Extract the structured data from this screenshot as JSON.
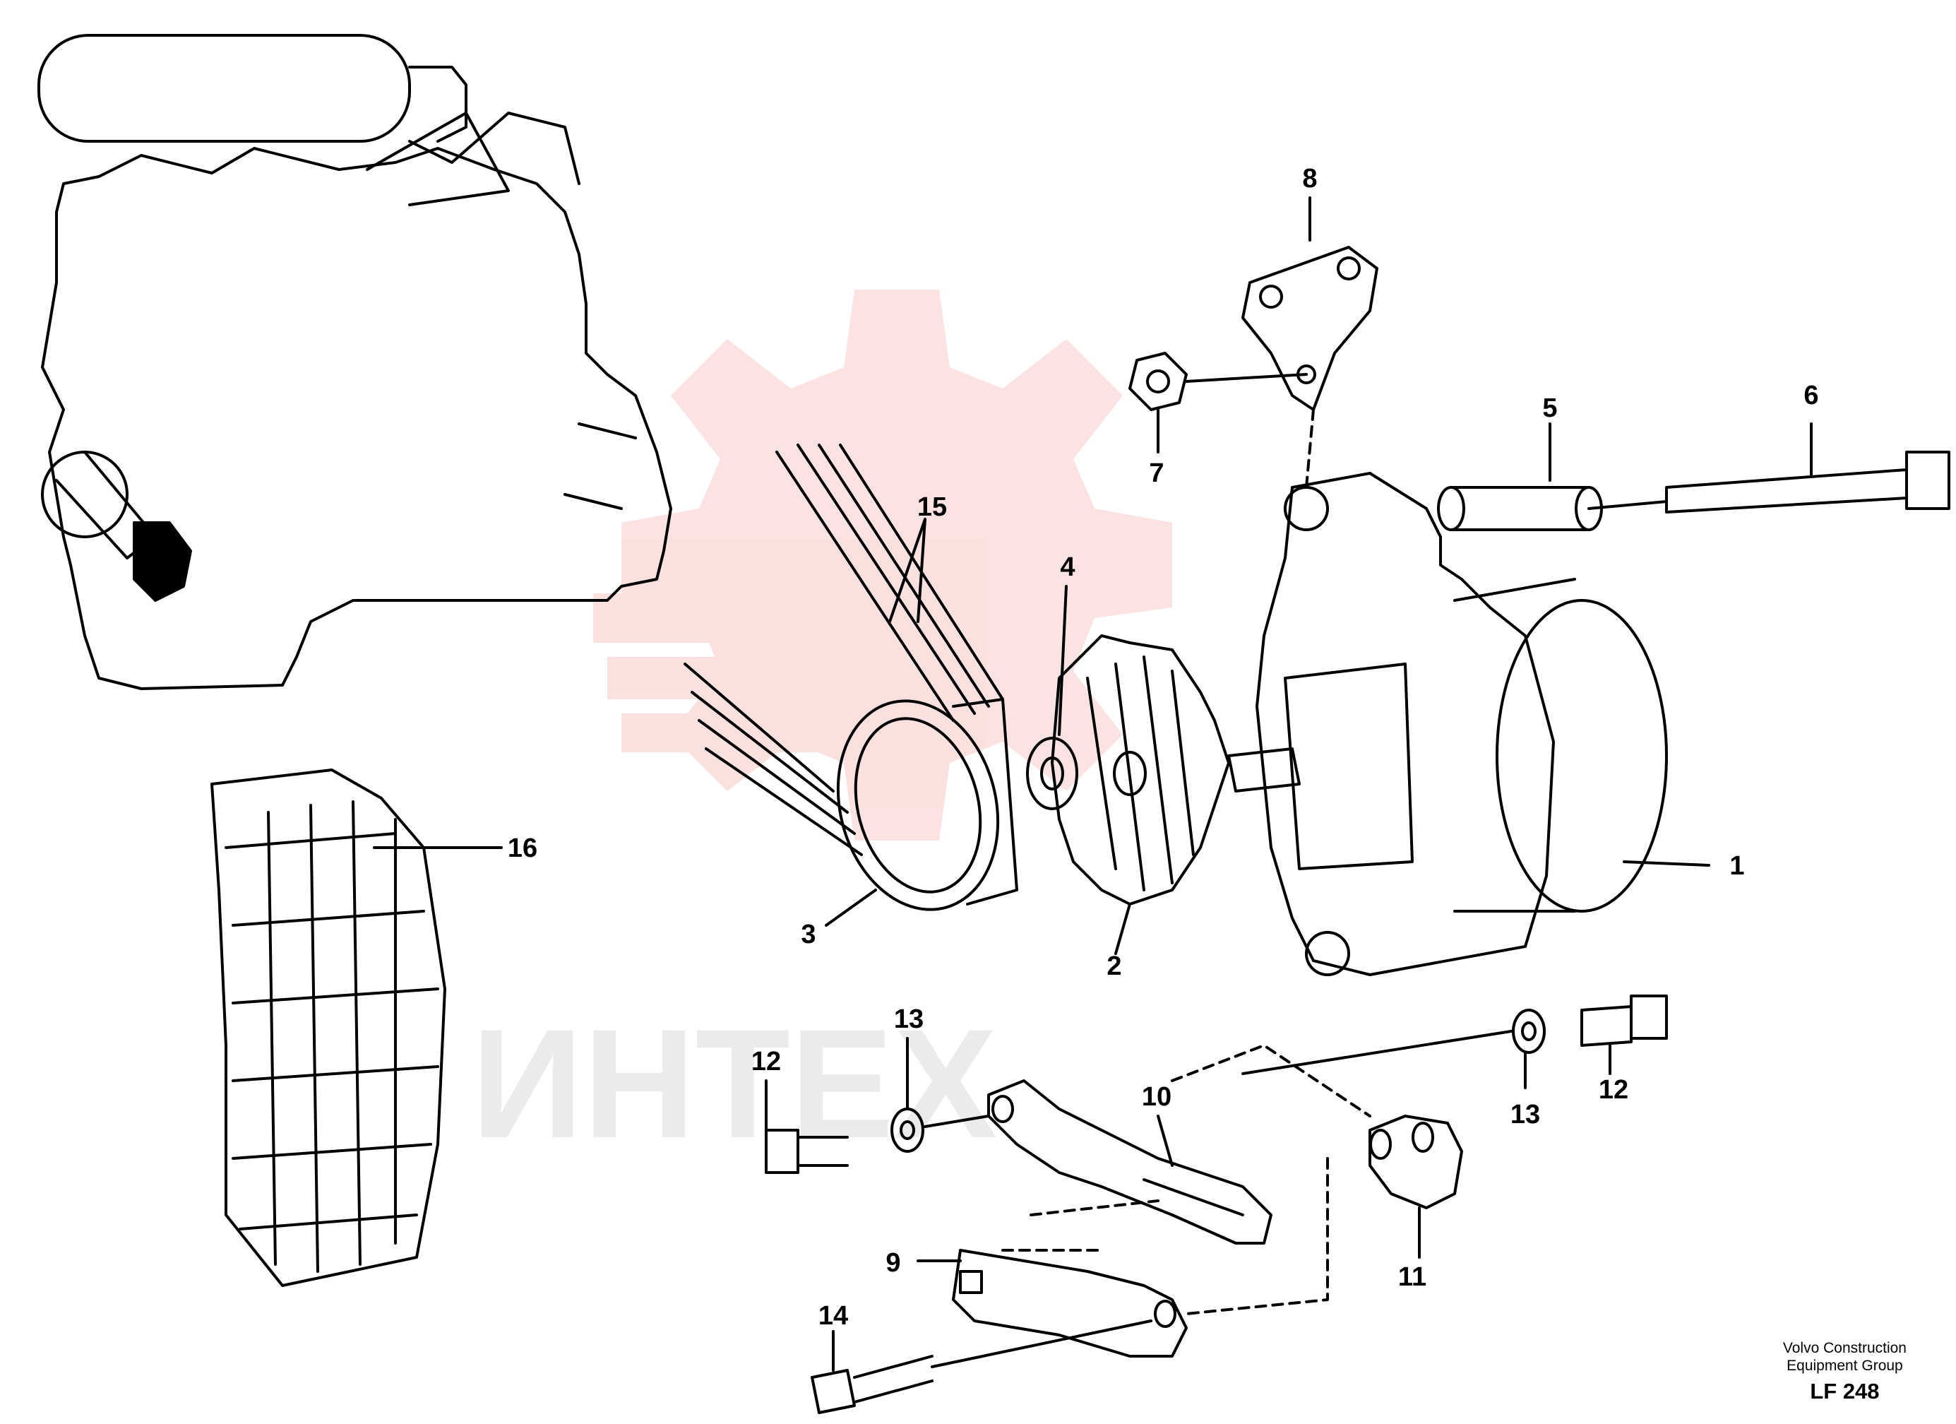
{
  "labels": {
    "p1": "1",
    "p2": "2",
    "p3": "3",
    "p4": "4",
    "p5": "5",
    "p6": "6",
    "p7": "7",
    "p8": "8",
    "p9": "9",
    "p10": "10",
    "p11": "11",
    "p12a": "12",
    "p12b": "12",
    "p13a": "13",
    "p13b": "13",
    "p14": "14",
    "p15": "15",
    "p16": "16"
  },
  "watermark": "ИНТЕХ",
  "footer": {
    "line1": "Volvo Construction",
    "line2": "Equipment Group",
    "code": "LF 248"
  },
  "colors": {
    "ink": "#000000",
    "watermark": "#e83a3a"
  }
}
